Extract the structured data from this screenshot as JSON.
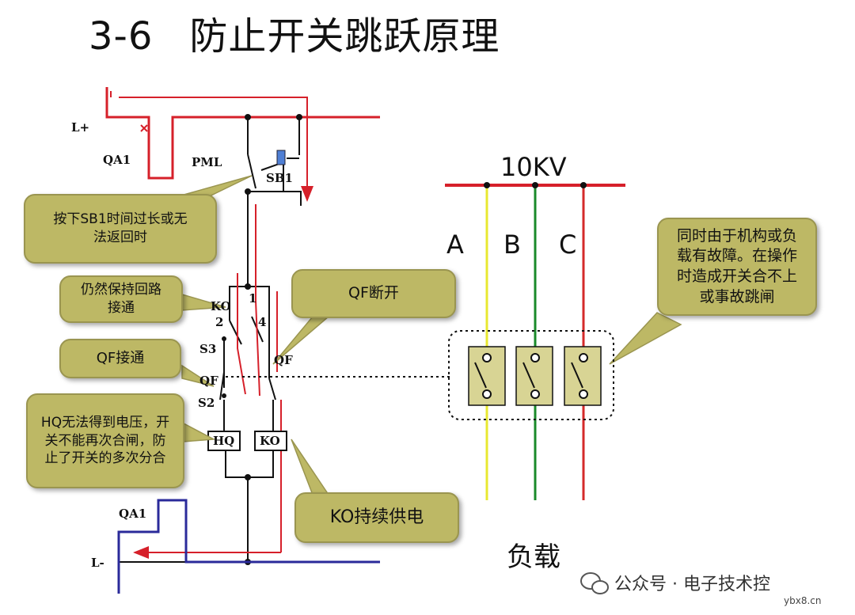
{
  "title": {
    "number": "3-6",
    "text": "防止开关跳跃原理"
  },
  "circuit_labels": {
    "l_plus": "L+",
    "qa1_top": "QA1",
    "pml": "PML",
    "sb1": "SB1",
    "ko_contact": "KO",
    "pin1": "1",
    "pin2": "2",
    "pin4": "4",
    "s3": "S3",
    "qf_left": "QF",
    "qf_right": "QF",
    "s2": "S2",
    "hq_coil": "HQ",
    "ko_coil": "KO",
    "qa1_bottom": "QA1",
    "l_minus": "L-"
  },
  "bubbles": {
    "press_sb1": "按下SB1时间过长或无法返回时",
    "keep_loop": "仍然保持回路接通",
    "qf_open": "QF断开",
    "qf_close": "QF接通",
    "hq_no_voltage": "HQ无法得到电压，开关不能再次合闸，防止了开关的多次分合",
    "ko_supply": "KO持续供电",
    "fault": "同时由于机构或负载有故障。在操作时造成开关合不上或事故跳闸"
  },
  "right_panel": {
    "voltage": "10KV",
    "phase_a": "A",
    "phase_b": "B",
    "phase_c": "C",
    "load": "负载"
  },
  "watermark": {
    "account": "公众号 · 电子技术控",
    "site": "ybx8.cn"
  },
  "colors": {
    "red_wire": "#d6202a",
    "blue_wire": "#2a2a9a",
    "bubble_fill": "#bdb865",
    "phase_yellow": "#e8e830",
    "phase_green": "#1a8a2a",
    "phase_red": "#d42a2a",
    "breaker_fill": "#d8d494"
  }
}
